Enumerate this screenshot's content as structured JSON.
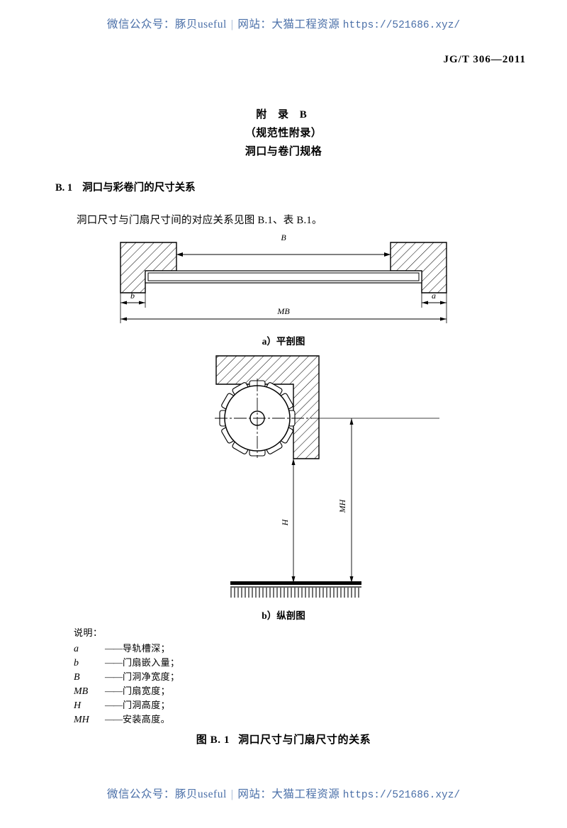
{
  "watermark": {
    "wechat_label": "微信公众号：",
    "wechat_value": "豚贝useful",
    "separator": "|",
    "site_label": "网站：",
    "site_value": "大猫工程资源",
    "url": "https://521686.xyz/"
  },
  "header": {
    "standard_code": "JG/T 306—2011"
  },
  "annex": {
    "label": "附 录 B",
    "type": "（规范性附录）",
    "name": "洞口与卷门规格"
  },
  "clause": {
    "number": "B. 1",
    "title": "洞口与彩卷门的尺寸关系",
    "paragraph": "洞口尺寸与门扇尺寸间的对应关系见图 B.1、表 B.1。"
  },
  "figure": {
    "sub_caption_a": "a）平剖图",
    "sub_caption_b": "b）纵剖图",
    "caption_number": "图 B. 1",
    "caption_title": "洞口尺寸与门扇尺寸的关系",
    "dimensions_a": {
      "B": "B",
      "b": "b",
      "a": "a",
      "MB": "MB"
    },
    "dimensions_b": {
      "H": "H",
      "MH": "MH"
    }
  },
  "legend": {
    "title": "说明：",
    "dash": "——",
    "items": [
      {
        "symbol": "a",
        "text": "导轨槽深；"
      },
      {
        "symbol": "b",
        "text": "门扇嵌入量；"
      },
      {
        "symbol": "B",
        "text": "门洞净宽度；"
      },
      {
        "symbol": "MB",
        "text": "门扇宽度；"
      },
      {
        "symbol": "H",
        "text": "门洞高度；"
      },
      {
        "symbol": "MH",
        "text": "安装高度。"
      }
    ]
  },
  "colors": {
    "watermark": "#4a6fa8",
    "ink": "#000000",
    "page": "#ffffff"
  }
}
